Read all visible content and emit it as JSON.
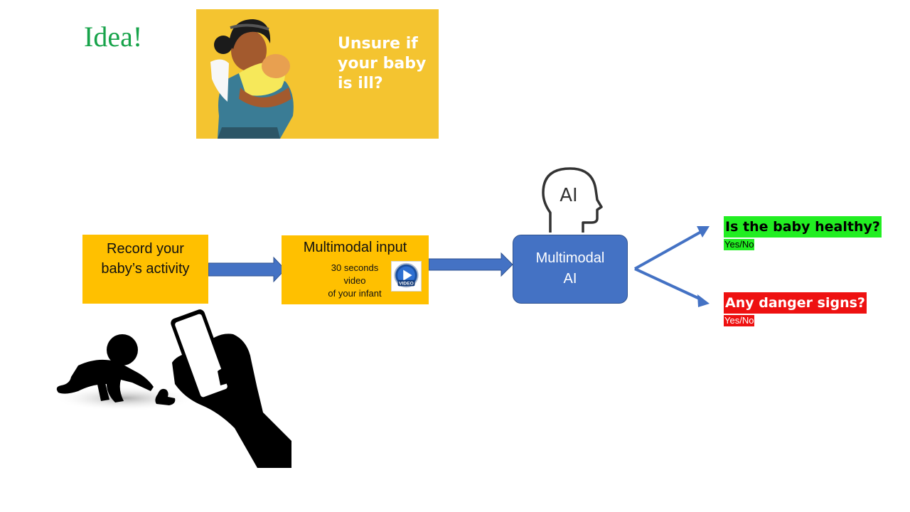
{
  "title": "Idea!",
  "banner": {
    "text_lines": [
      "Unsure if",
      "your baby",
      "is ill?"
    ],
    "background_color": "#f4c430"
  },
  "steps": {
    "record": {
      "lines": [
        "Record your",
        "baby’s activity"
      ],
      "color": "#ffc000"
    },
    "multimodal_input": {
      "title": "Multimodal input",
      "sub_lines": [
        "30 seconds",
        "video",
        "of your infant"
      ],
      "icon_text": "VIDEO",
      "color": "#ffc000"
    },
    "multimodal_ai": {
      "lines": [
        "Multimodal",
        "AI"
      ],
      "head_icon_text": "AI",
      "color": "#4472c4"
    }
  },
  "outputs": {
    "healthy": {
      "question": "Is the baby healthy?",
      "answer": "Yes/No",
      "color": "#22ee22"
    },
    "danger": {
      "question": "Any danger signs?",
      "answer": "Yes/No",
      "color": "#ee1111"
    }
  },
  "illustration": {
    "baby_icon": "crawling-baby-silhouette-icon",
    "phone_icon": "hand-holding-phone-icon"
  }
}
